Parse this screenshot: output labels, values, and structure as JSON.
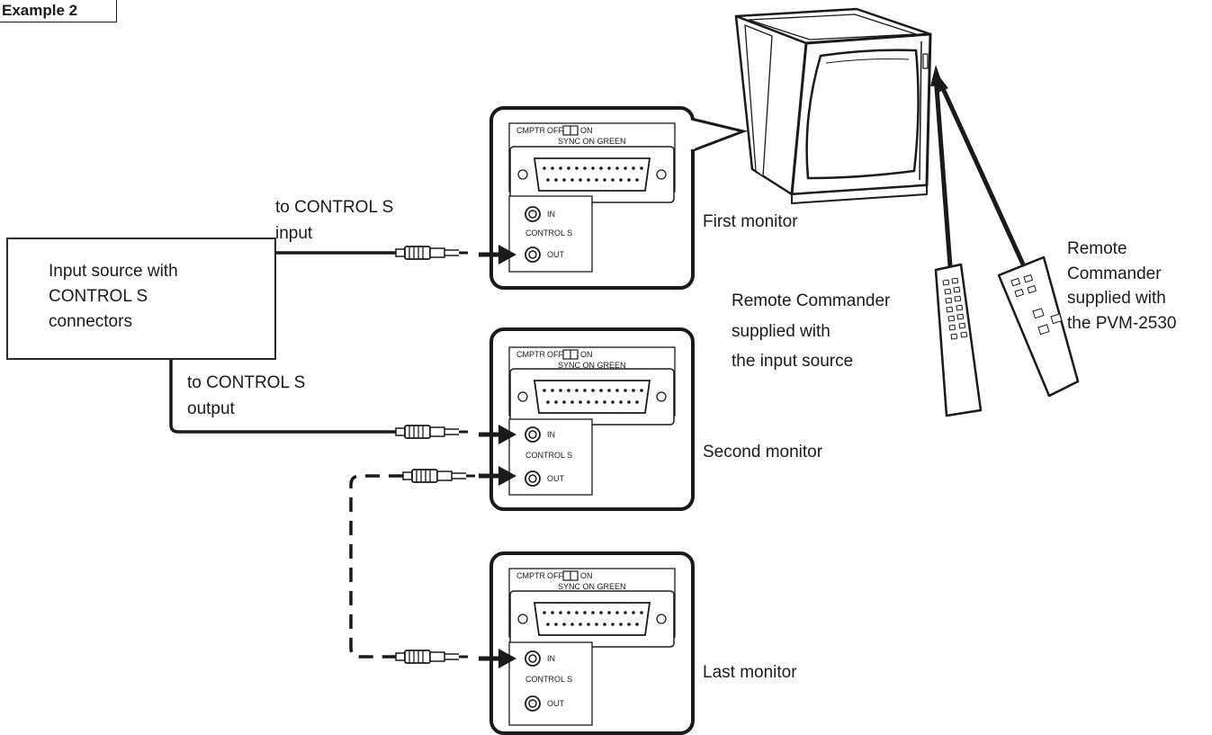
{
  "example_tag": "Example 2",
  "source": {
    "line1": "Input source with",
    "line2": "CONTROL S",
    "line3": "connectors"
  },
  "labels": {
    "to_input_1": "to CONTROL S",
    "to_input_2": "input",
    "to_output_1": "to CONTROL S",
    "to_output_2": "output",
    "first_monitor": "First monitor",
    "second_monitor": "Second monitor",
    "last_monitor": "Last monitor",
    "remote_src_1": "Remote Commander",
    "remote_src_2": "supplied with",
    "remote_src_3": "the input source",
    "remote_pvm_1": "Remote",
    "remote_pvm_2": "Commander",
    "remote_pvm_3": "supplied with",
    "remote_pvm_4": "the PVM-2530"
  },
  "panel": {
    "cmptr": "CMPTR",
    "off": "OFF",
    "on": "ON",
    "sync": "SYNC ON GREEN",
    "in": "IN",
    "out": "OUT",
    "control_s": "CONTROL S"
  },
  "colors": {
    "ink": "#1a1a1a",
    "paper": "#ffffff"
  }
}
